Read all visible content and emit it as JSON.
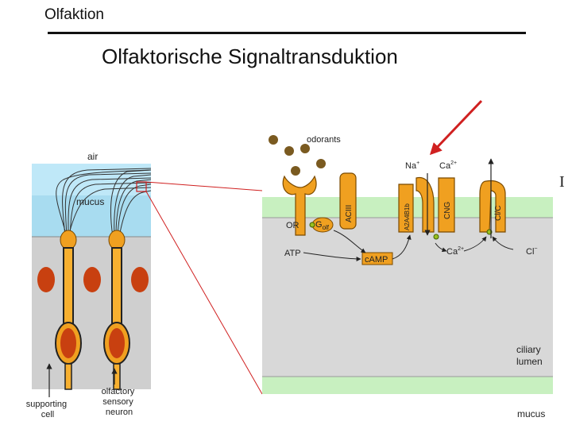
{
  "header": {
    "section": "Olfaktion",
    "title": "Olfaktorische Signaltransduktion"
  },
  "cell_panel": {
    "air": "air",
    "mucus": "mucus",
    "supporting_cell": [
      "supporting",
      "cell"
    ],
    "olfactory_neuron": [
      "olfactory",
      "sensory",
      "neuron"
    ]
  },
  "cilium_panel": {
    "odorants": "odorants",
    "na": "Na",
    "na_sup": "+",
    "ca_top": "Ca",
    "ca_top_sup": "2+",
    "or": "OR",
    "golf": "G",
    "golf_sub": "olf",
    "aciii": "ACIII",
    "a2a4b1b": "A2A4B1b",
    "cng": "CNG",
    "clc": "Cl/C",
    "atp": "ATP",
    "camp": "cAMP",
    "ca_bottom": "Ca",
    "ca_bottom_sup": "2+",
    "cl": "Cl",
    "cl_sup": "−",
    "ciliary_lumen": [
      "ciliary",
      "lumen"
    ],
    "mucus_bottom": "mucus"
  },
  "edge_glyph": "I",
  "colors": {
    "air": "#bfe8f8",
    "membrane": "#c8f0c0",
    "lumen": "#d8d8d8",
    "protein": "#f0a020",
    "protein_stroke": "#7a4a00",
    "odorant": "#7a5a20",
    "callout_red": "#d02020",
    "nucleus": "#c84010"
  }
}
